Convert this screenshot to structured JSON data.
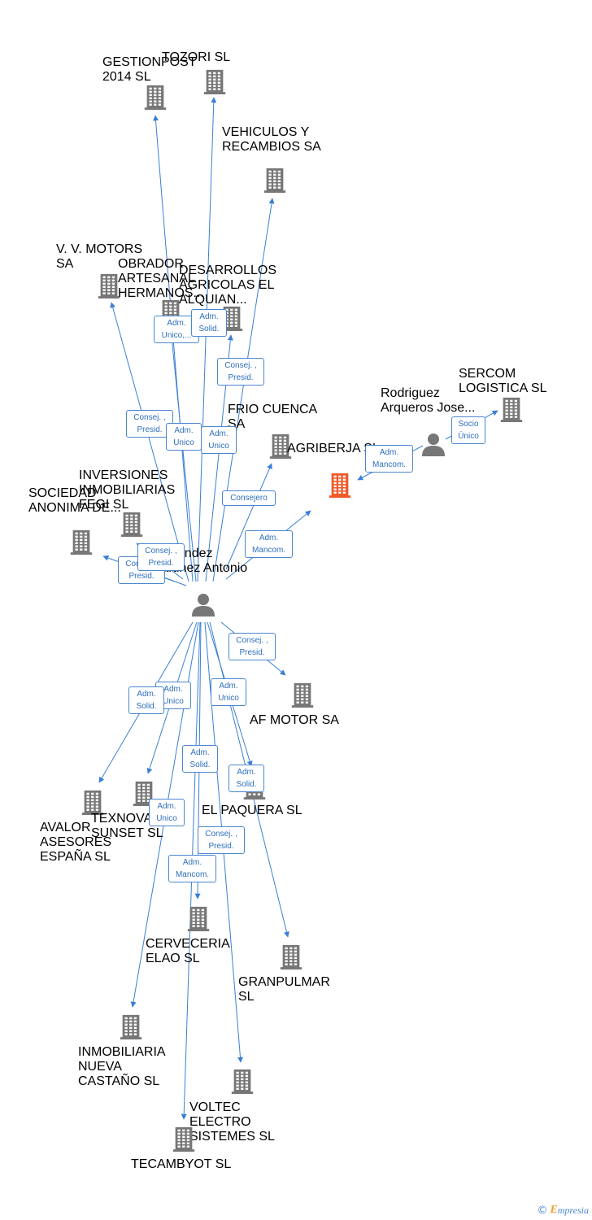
{
  "colors": {
    "edge": "#3a7fd4",
    "building": "#777777",
    "focus_building": "#f05a28",
    "person": "#777777",
    "label_border": "#4a86d0",
    "label_text": "#2f6fbd"
  },
  "center": {
    "name": "Fernandez\nMartinez\nAntonio",
    "icon": "person-icon"
  },
  "nodes": [
    {
      "id": "gestionpost",
      "label": "GESTIONPOST\n2014  SL",
      "icon": "building-icon"
    },
    {
      "id": "tozori",
      "label": "TOZORI  SL",
      "icon": "building-icon"
    },
    {
      "id": "vehiculos",
      "label": "VEHICULOS\nY\nRECAMBIOS SA",
      "icon": "building-icon"
    },
    {
      "id": "vv_motors",
      "label": "V. V.\nMOTORS SA",
      "icon": "building-icon"
    },
    {
      "id": "obrador",
      "label": "OBRADOR\nARTESANAL\nHERMANOS...",
      "icon": "building-icon"
    },
    {
      "id": "desarrollos",
      "label": "DESARROLLOS\nAGRICOLAS\nEL ALQUIAN...",
      "icon": "building-icon"
    },
    {
      "id": "frio",
      "label": "FRIO\nCUENCA SA",
      "icon": "building-icon"
    },
    {
      "id": "agriberja",
      "label": "AGRIBERJA\nSL",
      "icon": "building-icon",
      "focus": true
    },
    {
      "id": "rodriguez",
      "label": "Rodriguez\nArqueros\nJose...",
      "icon": "person-icon"
    },
    {
      "id": "sercom",
      "label": "SERCOM\nLOGISTICA SL",
      "icon": "building-icon"
    },
    {
      "id": "inversiones",
      "label": "INVERSIONES\nINMOBILIARIAS\nFEGI  SL",
      "icon": "building-icon"
    },
    {
      "id": "sociedad",
      "label": "SOCIEDAD\nANONIMA\nDE...",
      "icon": "building-icon"
    },
    {
      "id": "af_motor",
      "label": "AF MOTOR SA",
      "icon": "building-icon"
    },
    {
      "id": "avalor",
      "label": "AVALOR\nASESORES\nESPAÑA  SL",
      "icon": "building-icon"
    },
    {
      "id": "texnova",
      "label": "TEXNOVA\nSUNSET  SL",
      "icon": "building-icon"
    },
    {
      "id": "el_paquera",
      "label": "EL\nPAQUERA  SL",
      "icon": "building-icon"
    },
    {
      "id": "cerveceria",
      "label": "CERVECERIA\nELAO SL",
      "icon": "building-icon"
    },
    {
      "id": "granpulmar",
      "label": "GRANPULMAR SL",
      "icon": "building-icon"
    },
    {
      "id": "inmobiliaria",
      "label": "INMOBILIARIA\nNUEVA\nCASTAÑO SL",
      "icon": "building-icon"
    },
    {
      "id": "voltec",
      "label": "VOLTEC\nELECTRO\nSISTEMES SL",
      "icon": "building-icon"
    },
    {
      "id": "tecambyot",
      "label": "TECAMBYOT SL",
      "icon": "building-icon"
    }
  ],
  "edge_labels": [
    {
      "id": "l_obrador",
      "text": "Adm.\nUnico,..."
    },
    {
      "id": "l_desarrollos",
      "text": "Adm.\nSolid."
    },
    {
      "id": "l_vehiculos",
      "text": "Consej. ,\nPresid."
    },
    {
      "id": "l_vv",
      "text": "Consej. ,\nPresid."
    },
    {
      "id": "l_gestion",
      "text": "Adm.\nUnico"
    },
    {
      "id": "l_tozori",
      "text": "Adm.\nUnico"
    },
    {
      "id": "l_frio",
      "text": "Consejero"
    },
    {
      "id": "l_agriberja",
      "text": "Adm.\nMancom."
    },
    {
      "id": "l_rodriguez",
      "text": "Adm.\nMancom."
    },
    {
      "id": "l_sercom",
      "text": "Socio\nÚnico"
    },
    {
      "id": "l_sociedad",
      "text": "Consej. ,\nPresid."
    },
    {
      "id": "l_inversiones",
      "text": "Consej. ,\nPresid."
    },
    {
      "id": "l_af",
      "text": "Consej. ,\nPresid."
    },
    {
      "id": "l_texnova",
      "text": "Adm.\nUnico"
    },
    {
      "id": "l_avalor",
      "text": "Adm.\nSolid."
    },
    {
      "id": "l_paquera_u",
      "text": "Adm.\nUnico"
    },
    {
      "id": "l_cerv_s",
      "text": "Adm.\nSolid."
    },
    {
      "id": "l_paquera_s",
      "text": "Adm.\nSolid."
    },
    {
      "id": "l_inmob",
      "text": "Adm.\nUnico"
    },
    {
      "id": "l_voltec",
      "text": "Consej. ,\nPresid."
    },
    {
      "id": "l_tecamb",
      "text": "Adm.\nMancom."
    }
  ],
  "footer": {
    "copyright": "©",
    "brand_initial": "E",
    "brand_rest": "mpresia"
  }
}
